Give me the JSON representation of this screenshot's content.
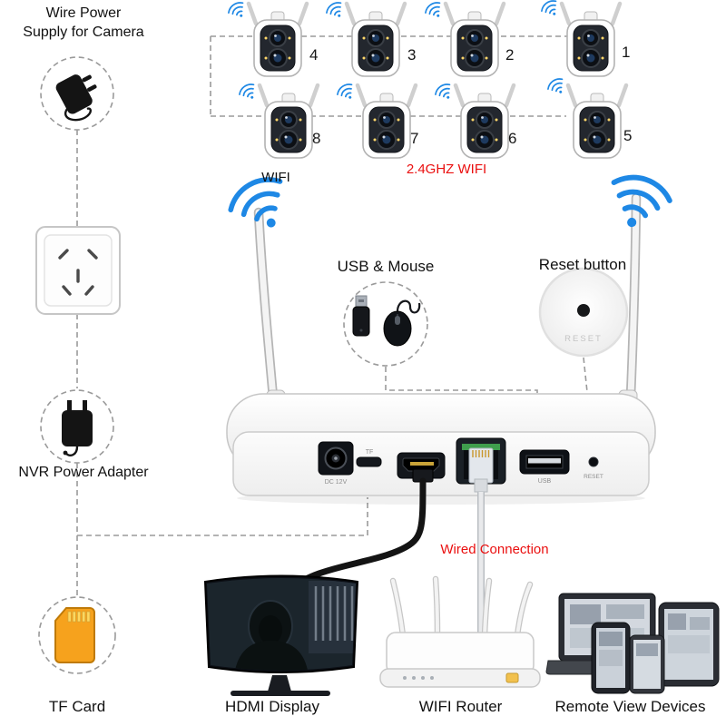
{
  "diagram": {
    "labels": {
      "wire_power_1": "Wire Power",
      "wire_power_2": "Supply for Camera",
      "wifi": "WIFI",
      "wifi_2_4ghz": "2.4GHZ WIFI",
      "usb_mouse": "USB & Mouse",
      "reset_button": "Reset button",
      "reset_zoom": "RESET",
      "nvr_power_adapter": "NVR Power Adapter",
      "wired_connection": "Wired Connection",
      "tf_card": "TF Card",
      "hdmi_display": "HDMI Display",
      "wifi_router": "WIFI Router",
      "remote_view_devices": "Remote View Devices"
    },
    "camera_numbers": {
      "row1": [
        "4",
        "3",
        "2",
        "1"
      ],
      "row2": [
        "8",
        "7",
        "6",
        "5"
      ]
    },
    "nvr_ports": {
      "dc": "DC 12V",
      "tf": "TF",
      "usb": "USB",
      "reset": "RESET"
    },
    "colors": {
      "accent_red": "#ea0f0f",
      "wifi_blue": "#1e88e5",
      "tf_card_orange": "#f6a21d"
    }
  }
}
